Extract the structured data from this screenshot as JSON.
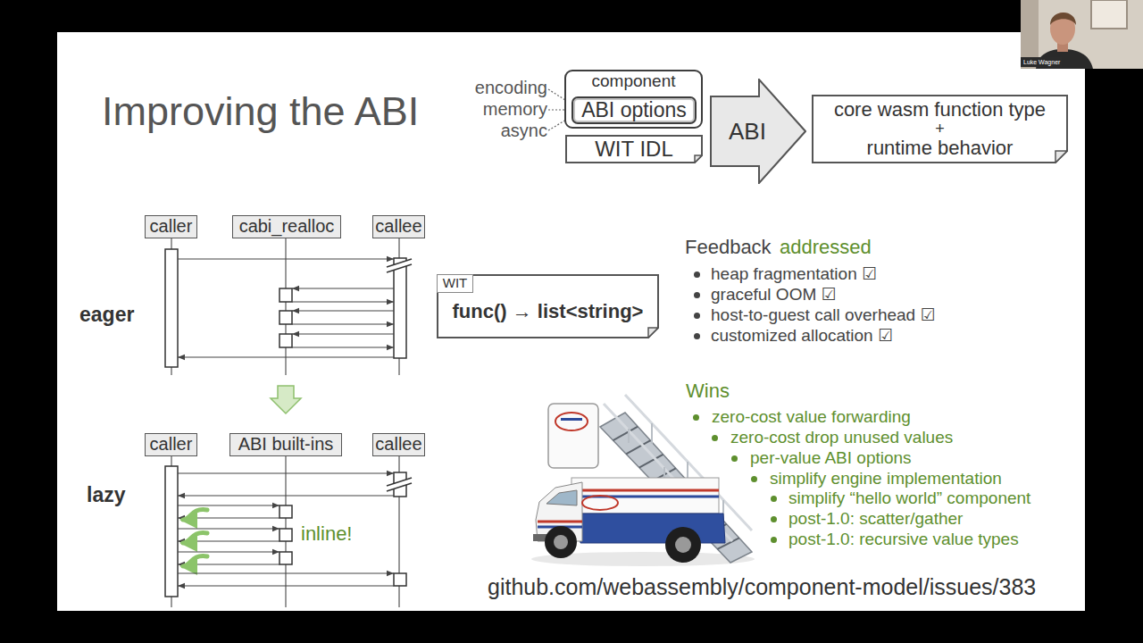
{
  "diagram": {
    "title": "Improving the ABI",
    "nodes": [
      {
        "text": [
          "component"
        ]
      },
      {
        "text": [
          "ABI options"
        ],
        "in": 0
      },
      {
        "text": [
          "WIT IDL"
        ]
      },
      {
        "text": [
          "ABI"
        ]
      },
      {
        "text": [
          "core wasm function type",
          "+",
          "runtime behavior"
        ]
      },
      {
        "text": [
          "caller"
        ]
      },
      {
        "text": [
          "cabi_realloc"
        ]
      },
      {
        "text": [
          "callee"
        ]
      },
      {
        "text": [
          "caller"
        ]
      },
      {
        "text": [
          "ABI built-ins"
        ]
      },
      {
        "text": [
          "callee"
        ]
      },
      {
        "text": [
          "func() → list<string>"
        ]
      },
      {
        "text": [
          "WIT"
        ],
        "in": 11
      }
    ],
    "labels": [
      "encoding",
      "memory",
      "async",
      "eager",
      "lazy",
      "inline!",
      "Feedback",
      "addressed",
      "heap fragmentation ☑",
      "graceful OOM ☑",
      "host-to-guest call overhead ☑",
      "customized allocation ☑",
      "Wins",
      "zero-cost value forwarding",
      "zero-cost drop unused values",
      "per-value ABI options",
      "simplify engine implementation",
      "simplify “hello world” component",
      "post-1.0: scatter/gather",
      "post-1.0: recursive value types",
      "github.com/webassembly/component-model/issues/383",
      "Luke Wagner"
    ]
  }
}
